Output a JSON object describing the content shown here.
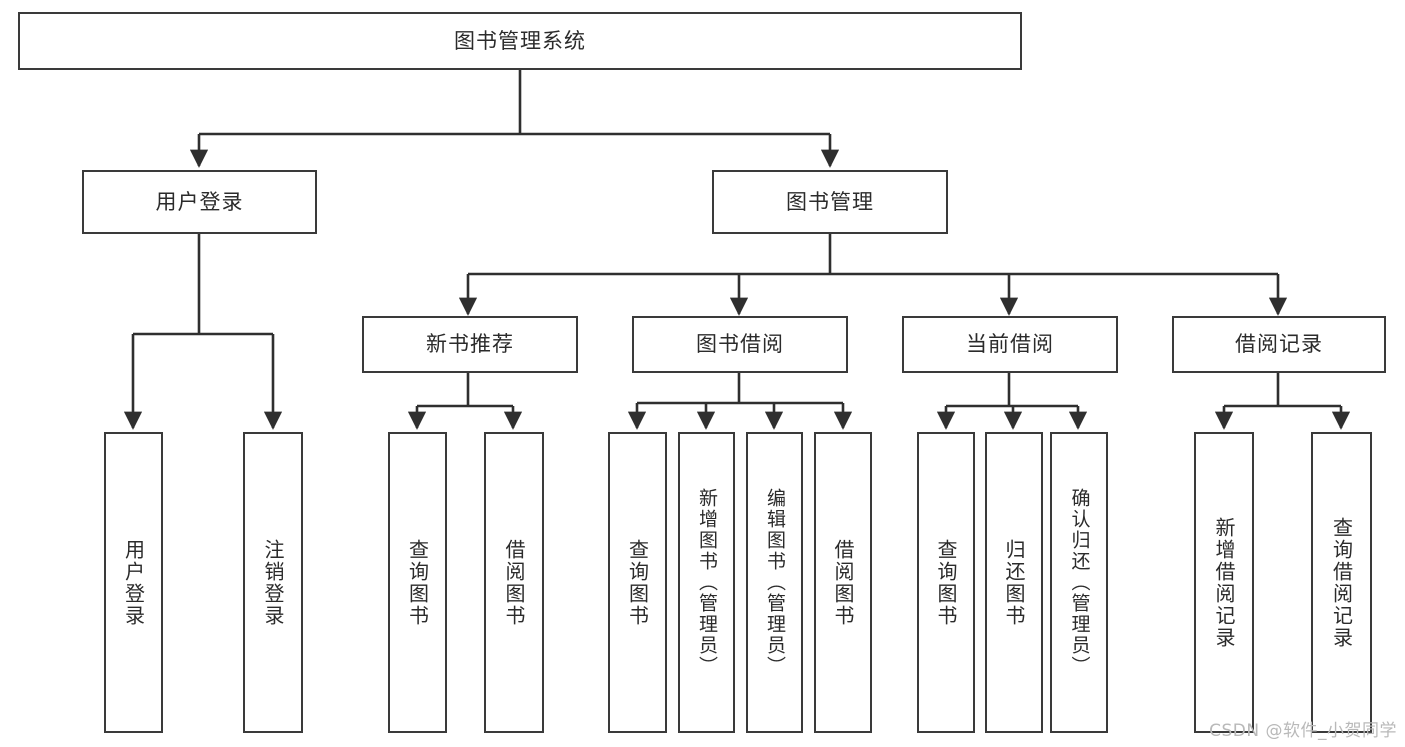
{
  "diagram": {
    "title": "图书管理系统",
    "type": "tree-hierarchy",
    "root": {
      "id": "root",
      "label": "图书管理系统"
    },
    "level2": [
      {
        "id": "user-login",
        "label": "用户登录"
      },
      {
        "id": "book-manage",
        "label": "图书管理"
      }
    ],
    "level3": [
      {
        "id": "new-book-rec",
        "label": "新书推荐"
      },
      {
        "id": "book-borrow",
        "label": "图书借阅"
      },
      {
        "id": "current-borrow",
        "label": "当前借阅"
      },
      {
        "id": "borrow-record",
        "label": "借阅记录"
      }
    ],
    "leaves": {
      "user_login": [
        {
          "id": "leaf-user-login",
          "label": "用户登录"
        },
        {
          "id": "leaf-logout",
          "label": "注销登录"
        }
      ],
      "new_book_rec": [
        {
          "id": "leaf-query-book-1",
          "label": "查询图书"
        },
        {
          "id": "leaf-borrow-book-1",
          "label": "借阅图书"
        }
      ],
      "book_borrow": [
        {
          "id": "leaf-query-book-2",
          "label": "查询图书"
        },
        {
          "id": "leaf-add-book",
          "label": "新增图书（管理员）"
        },
        {
          "id": "leaf-edit-book",
          "label": "编辑图书（管理员）"
        },
        {
          "id": "leaf-borrow-book-2",
          "label": "借阅图书"
        }
      ],
      "current_borrow": [
        {
          "id": "leaf-query-book-3",
          "label": "查询图书"
        },
        {
          "id": "leaf-return-book",
          "label": "归还图书"
        },
        {
          "id": "leaf-confirm-return",
          "label": "确认归还（管理员）"
        }
      ],
      "borrow_record": [
        {
          "id": "leaf-add-record",
          "label": "新增借阅记录"
        },
        {
          "id": "leaf-query-record",
          "label": "查询借阅记录"
        }
      ]
    }
  },
  "watermark": {
    "text": "CSDN @软件_小贺同学"
  },
  "colors": {
    "box_border": "#3a3a3a",
    "box_fill": "#ffffff",
    "text": "#2b2b2b",
    "connector": "#2f2f2f",
    "watermark": "#b9b9b9",
    "background": "#ffffff"
  }
}
